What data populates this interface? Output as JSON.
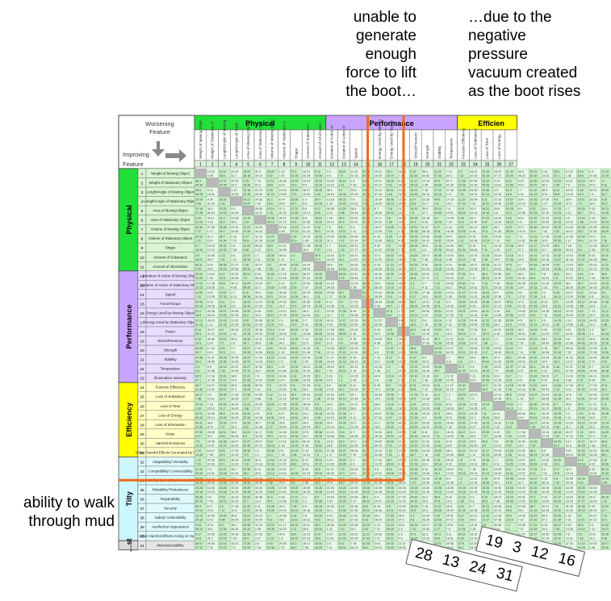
{
  "annotations": {
    "force": "unable to\ngenerate\nenough\nforce to lift\nthe boot…",
    "vacuum": "…due to the\nnegative\npressure\nvacuum created\nas the boot rises",
    "walk": "ability to walk\nthrough mud"
  },
  "corner": {
    "worsening": "Worsening\nFeature",
    "improving": "Improving\nFeature"
  },
  "column_groups": [
    {
      "label": "Physical",
      "color": "#22e03a"
    },
    {
      "label": "Performance",
      "color": "#c9a4ff"
    },
    {
      "label": "Efficien",
      "color": "#ffff00"
    }
  ],
  "row_groups": [
    {
      "label": "Physical",
      "color": "#22e03a"
    },
    {
      "label": "Performance",
      "color": "#c9a4ff"
    },
    {
      "label": "Efficiency",
      "color": "#ffff00"
    },
    {
      "label": "Tilty",
      "color": "#cdf7ff"
    },
    {
      "label": "…st",
      "color": "#d9d9d9"
    }
  ],
  "columns": [
    "Weight of Moving Object",
    "Weight of Stationary Object",
    "Length/Angle of Moving Object",
    "Length/Angle of Stationary Object",
    "Area of Moving Object",
    "Area of Stationary Object",
    "Volume of Moving Object",
    "Volume of Stationary Object",
    "Shape",
    "Amount of Substance",
    "Amount of Information",
    "Duration of Action of Moving Object",
    "Duration of Action of Stationary Object",
    "Speed",
    "Force/Torque",
    "Energy Used by Moving Object",
    "Energy Used by Stationary Object",
    "Power",
    "Stress/Pressure",
    "Strength",
    "Stability",
    "Temperature",
    "Function Efficiency",
    "Loss of Substance",
    "Loss of Time",
    "Loss of Energy"
  ],
  "rows": [
    "Weight of Moving Object",
    "Weight of Stationary Object",
    "Length/Angle of Moving Object",
    "Length/Angle of Stationary Object",
    "Area of Moving Object",
    "Area of Stationary Object",
    "Volume of Moving Object",
    "Volume of Stationary Object",
    "Shape",
    "Amount of Substance",
    "Amount of Information",
    "Duration of Action of Moving Object",
    "Duration of Action of Stationary Object",
    "Speed",
    "Force/Torque",
    "Energy Used by Moving Object",
    "Energy Used by Stationary Object",
    "Power",
    "Stress/Pressure",
    "Strength",
    "Stability",
    "Temperature",
    "Illumination Intensity",
    "Function Efficiency",
    "Loss of Substance",
    "Loss of Time",
    "Loss of Energy",
    "Loss of Information",
    "Noise",
    "Harmful Emissions",
    "Other Harmful Effects Generated by System",
    "Adaptability/ Versatility",
    "Compatibility/ Connectability",
    "Trainability/Operability/ Controllability",
    "Reliability/ Robustness",
    "Repairability",
    "Security",
    "Safety/ Vulnerability",
    "Aesthetics/ Appearance",
    "Other Harmful Effects Acting on System",
    "Manufacturability"
  ],
  "highlight": {
    "row_number": 34,
    "column_numbers": [
      15,
      18
    ],
    "color": "#f06a1a"
  },
  "cards": [
    {
      "label": "19 3 12 16"
    },
    {
      "label": "28 13 24 31"
    }
  ]
}
